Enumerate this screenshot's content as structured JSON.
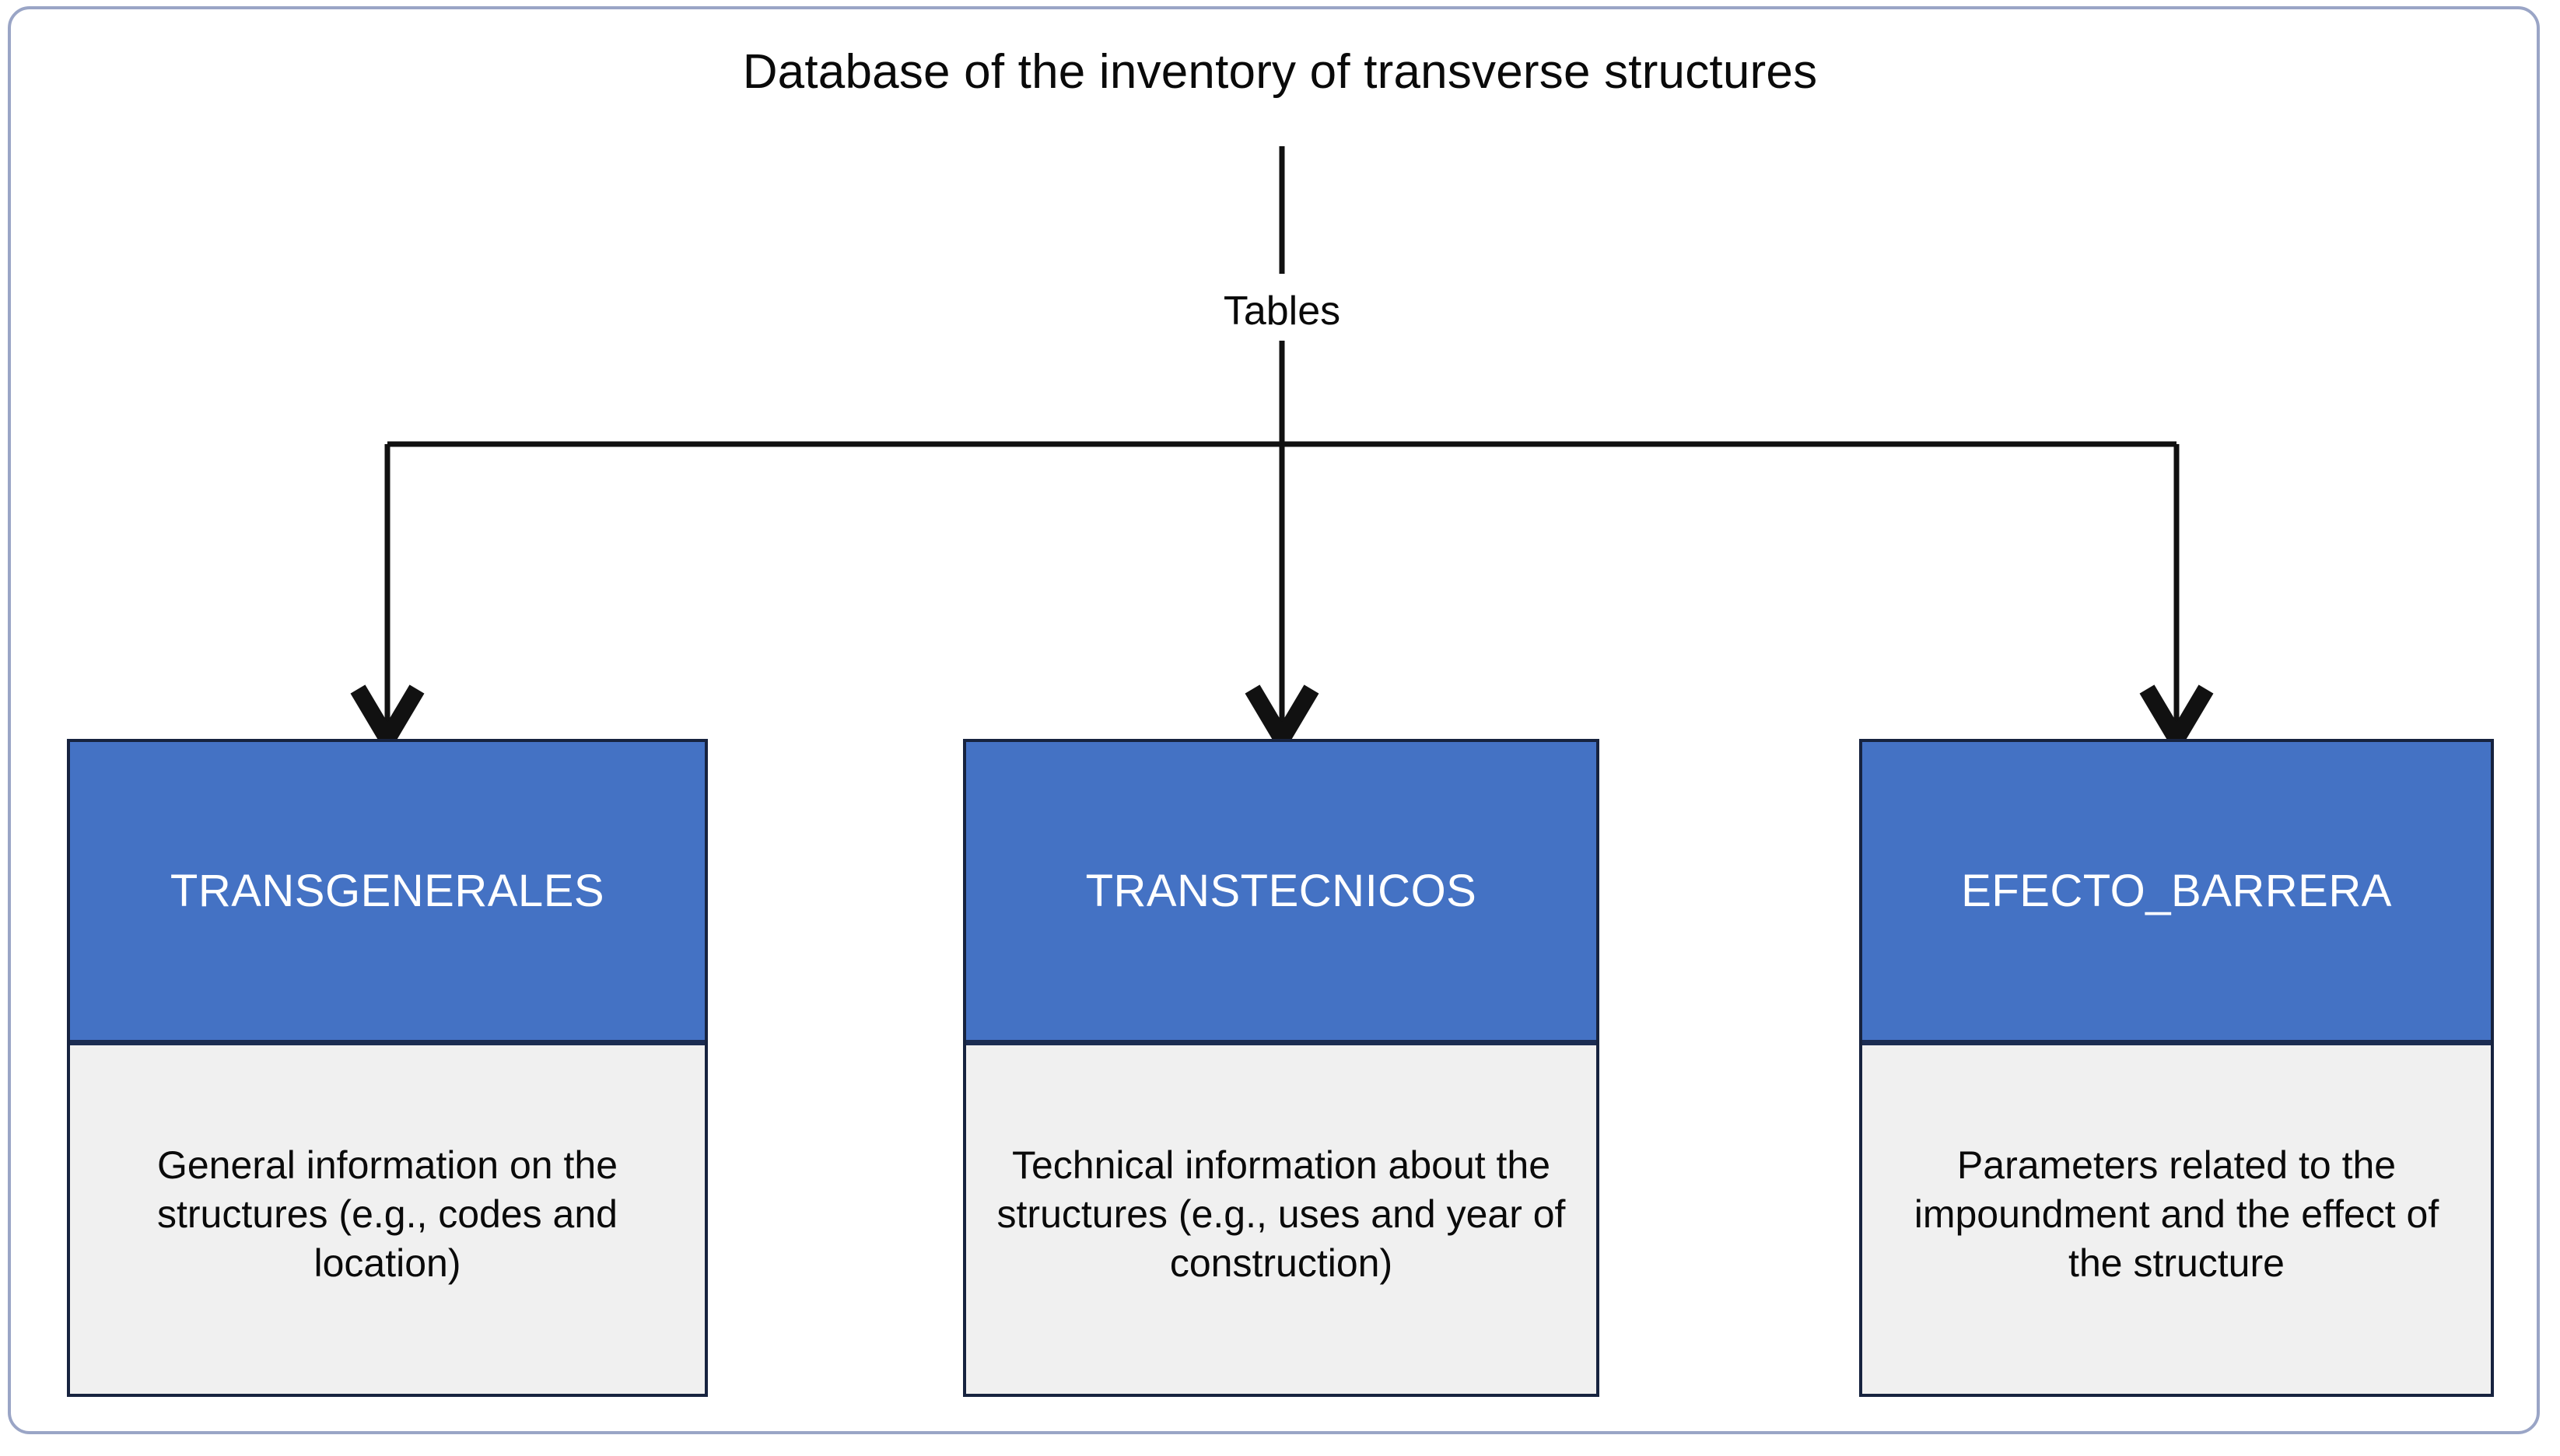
{
  "diagram": {
    "root": {
      "title": "Database of the inventory of transverse structures"
    },
    "edge_label": "Tables",
    "nodes": [
      {
        "title": "TRANSGENERALES",
        "description": "General information on the structures (e.g., codes and location)"
      },
      {
        "title": "TRANSTECNICOS",
        "description": "Technical information about the structures (e.g., uses and year of construction)"
      },
      {
        "title": "EFECTO_BARRERA",
        "description": "Parameters related to the impoundment and the effect of the structure"
      }
    ],
    "colors": {
      "header_fill": "#4472C4",
      "header_border": "#1B2C52",
      "body_fill": "#F0F0F0",
      "node_border": "#17233F",
      "frame_border": "#9AA5C6",
      "connector": "#111111",
      "title_text": "#0A0A0A",
      "header_text": "#FFFFFF",
      "background": "#FFFFFF"
    }
  }
}
